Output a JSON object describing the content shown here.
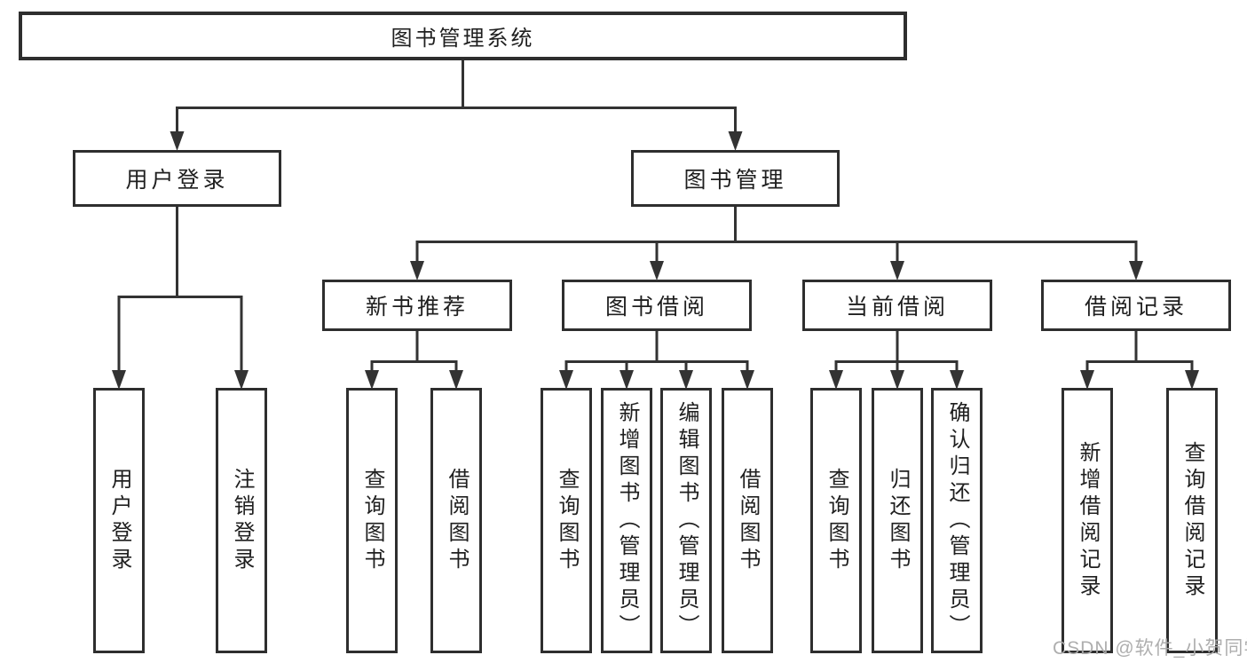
{
  "colors": {
    "line": "#333333",
    "border": "#2e2e2e",
    "text": "#1f1f1f",
    "background": "#ffffff",
    "watermark": "#aaaaaa"
  },
  "tree": {
    "root": "图书管理系统",
    "groups": [
      {
        "label": "用户登录",
        "leaves": [
          "用户登录",
          "注销登录"
        ]
      },
      {
        "label": "图书管理",
        "sections": [
          {
            "label": "新书推荐",
            "leaves": [
              "查询图书",
              "借阅图书"
            ]
          },
          {
            "label": "图书借阅",
            "leaves": [
              "查询图书",
              "新增图书（管理员）",
              "编辑图书（管理员）",
              "借阅图书"
            ]
          },
          {
            "label": "当前借阅",
            "leaves": [
              "查询图书",
              "归还图书",
              "确认归还（管理员）"
            ]
          },
          {
            "label": "借阅记录",
            "leaves": [
              "新增借阅记录",
              "查询借阅记录"
            ]
          }
        ]
      }
    ]
  },
  "watermark": "CSDN @软件_小贺同学"
}
